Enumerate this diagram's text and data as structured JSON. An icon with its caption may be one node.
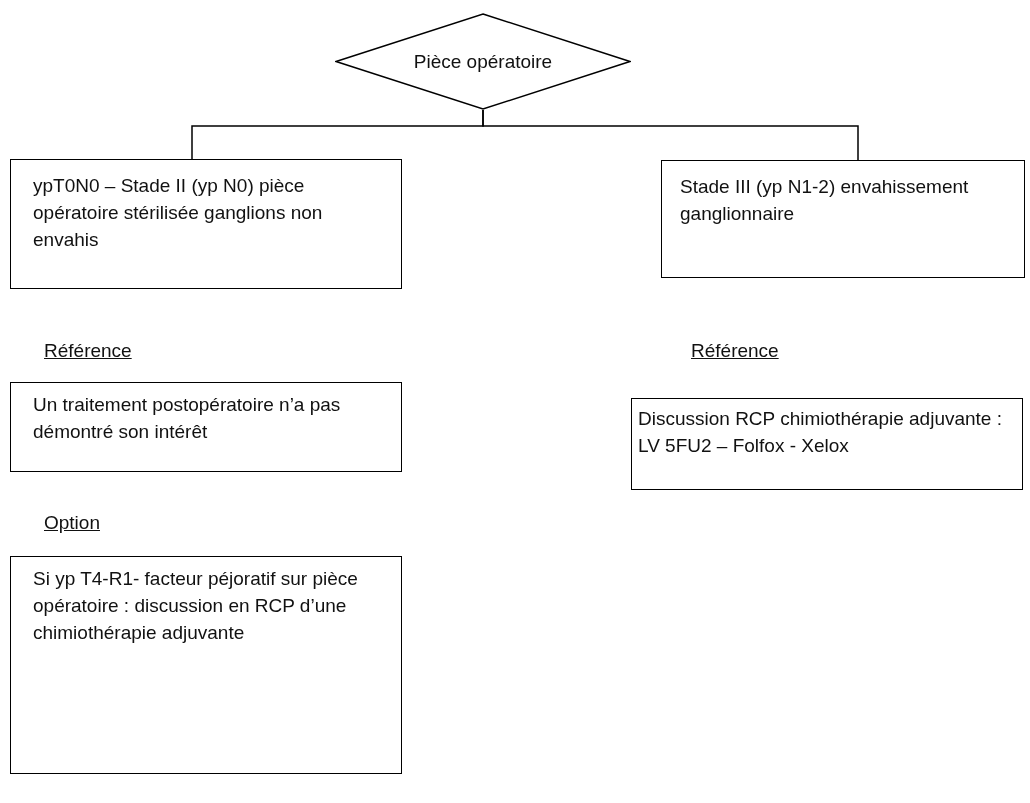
{
  "diagram": {
    "nodes": [
      {
        "text": [
          "Pièce opératoire"
        ]
      },
      {
        "text": [
          "ypT0N0 – Stade II (yp N0) pièce opératoire stérilisée ganglions non envahis"
        ]
      },
      {
        "text": [
          "Stade III (yp N1-2) envahissement ganglionnaire"
        ]
      },
      {
        "text": [
          "Un traitement postopératoire n’a pas démontré son intérêt"
        ]
      },
      {
        "text": [
          "Discussion RCP chimiothérapie adjuvante : LV 5FU2 – Folfox - Xelox"
        ]
      },
      {
        "text": [
          "Si yp T4-R1- facteur péjoratif sur pièce opératoire : discussion en RCP d’une chimiothérapie adjuvante"
        ]
      }
    ],
    "edges": [
      {
        "from": 0,
        "to": 1,
        "arrow": "none"
      },
      {
        "from": 0,
        "to": 2,
        "arrow": "none"
      }
    ],
    "labels": [
      "Référence",
      "Référence",
      "Option"
    ]
  }
}
